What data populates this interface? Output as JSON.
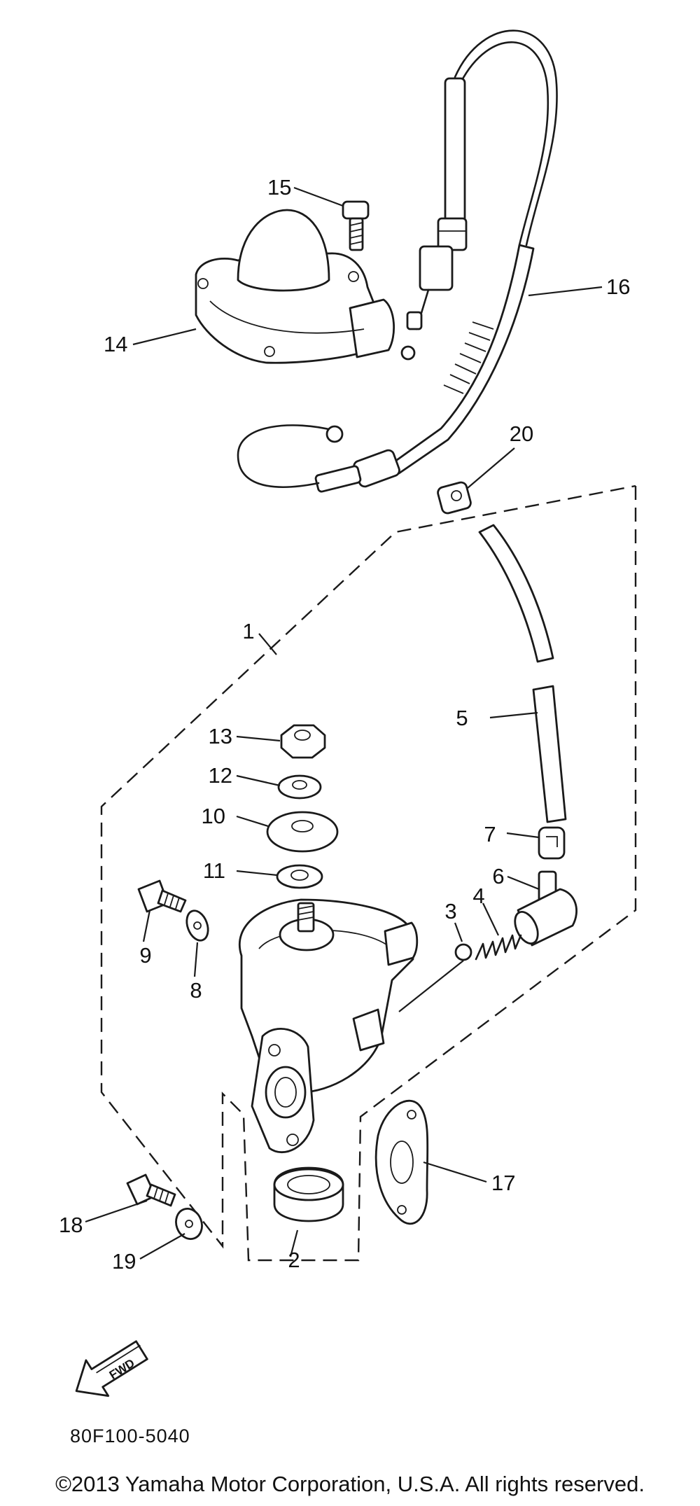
{
  "diagram": {
    "callouts": [
      {
        "id": "c1",
        "label": "1"
      },
      {
        "id": "c2",
        "label": "2"
      },
      {
        "id": "c3",
        "label": "3"
      },
      {
        "id": "c4",
        "label": "4"
      },
      {
        "id": "c5",
        "label": "5"
      },
      {
        "id": "c6",
        "label": "6"
      },
      {
        "id": "c7",
        "label": "7"
      },
      {
        "id": "c8",
        "label": "8"
      },
      {
        "id": "c9",
        "label": "9"
      },
      {
        "id": "c10",
        "label": "10"
      },
      {
        "id": "c11",
        "label": "11"
      },
      {
        "id": "c12",
        "label": "12"
      },
      {
        "id": "c13",
        "label": "13"
      },
      {
        "id": "c14",
        "label": "14"
      },
      {
        "id": "c15",
        "label": "15"
      },
      {
        "id": "c16",
        "label": "16"
      },
      {
        "id": "c17",
        "label": "17"
      },
      {
        "id": "c18",
        "label": "18"
      },
      {
        "id": "c19",
        "label": "19"
      },
      {
        "id": "c20",
        "label": "20"
      }
    ],
    "fwd_label": "FWD",
    "diagram_code": "80F100-5040",
    "copyright": "©2013 Yamaha Motor Corporation, U.S.A. All rights reserved."
  }
}
